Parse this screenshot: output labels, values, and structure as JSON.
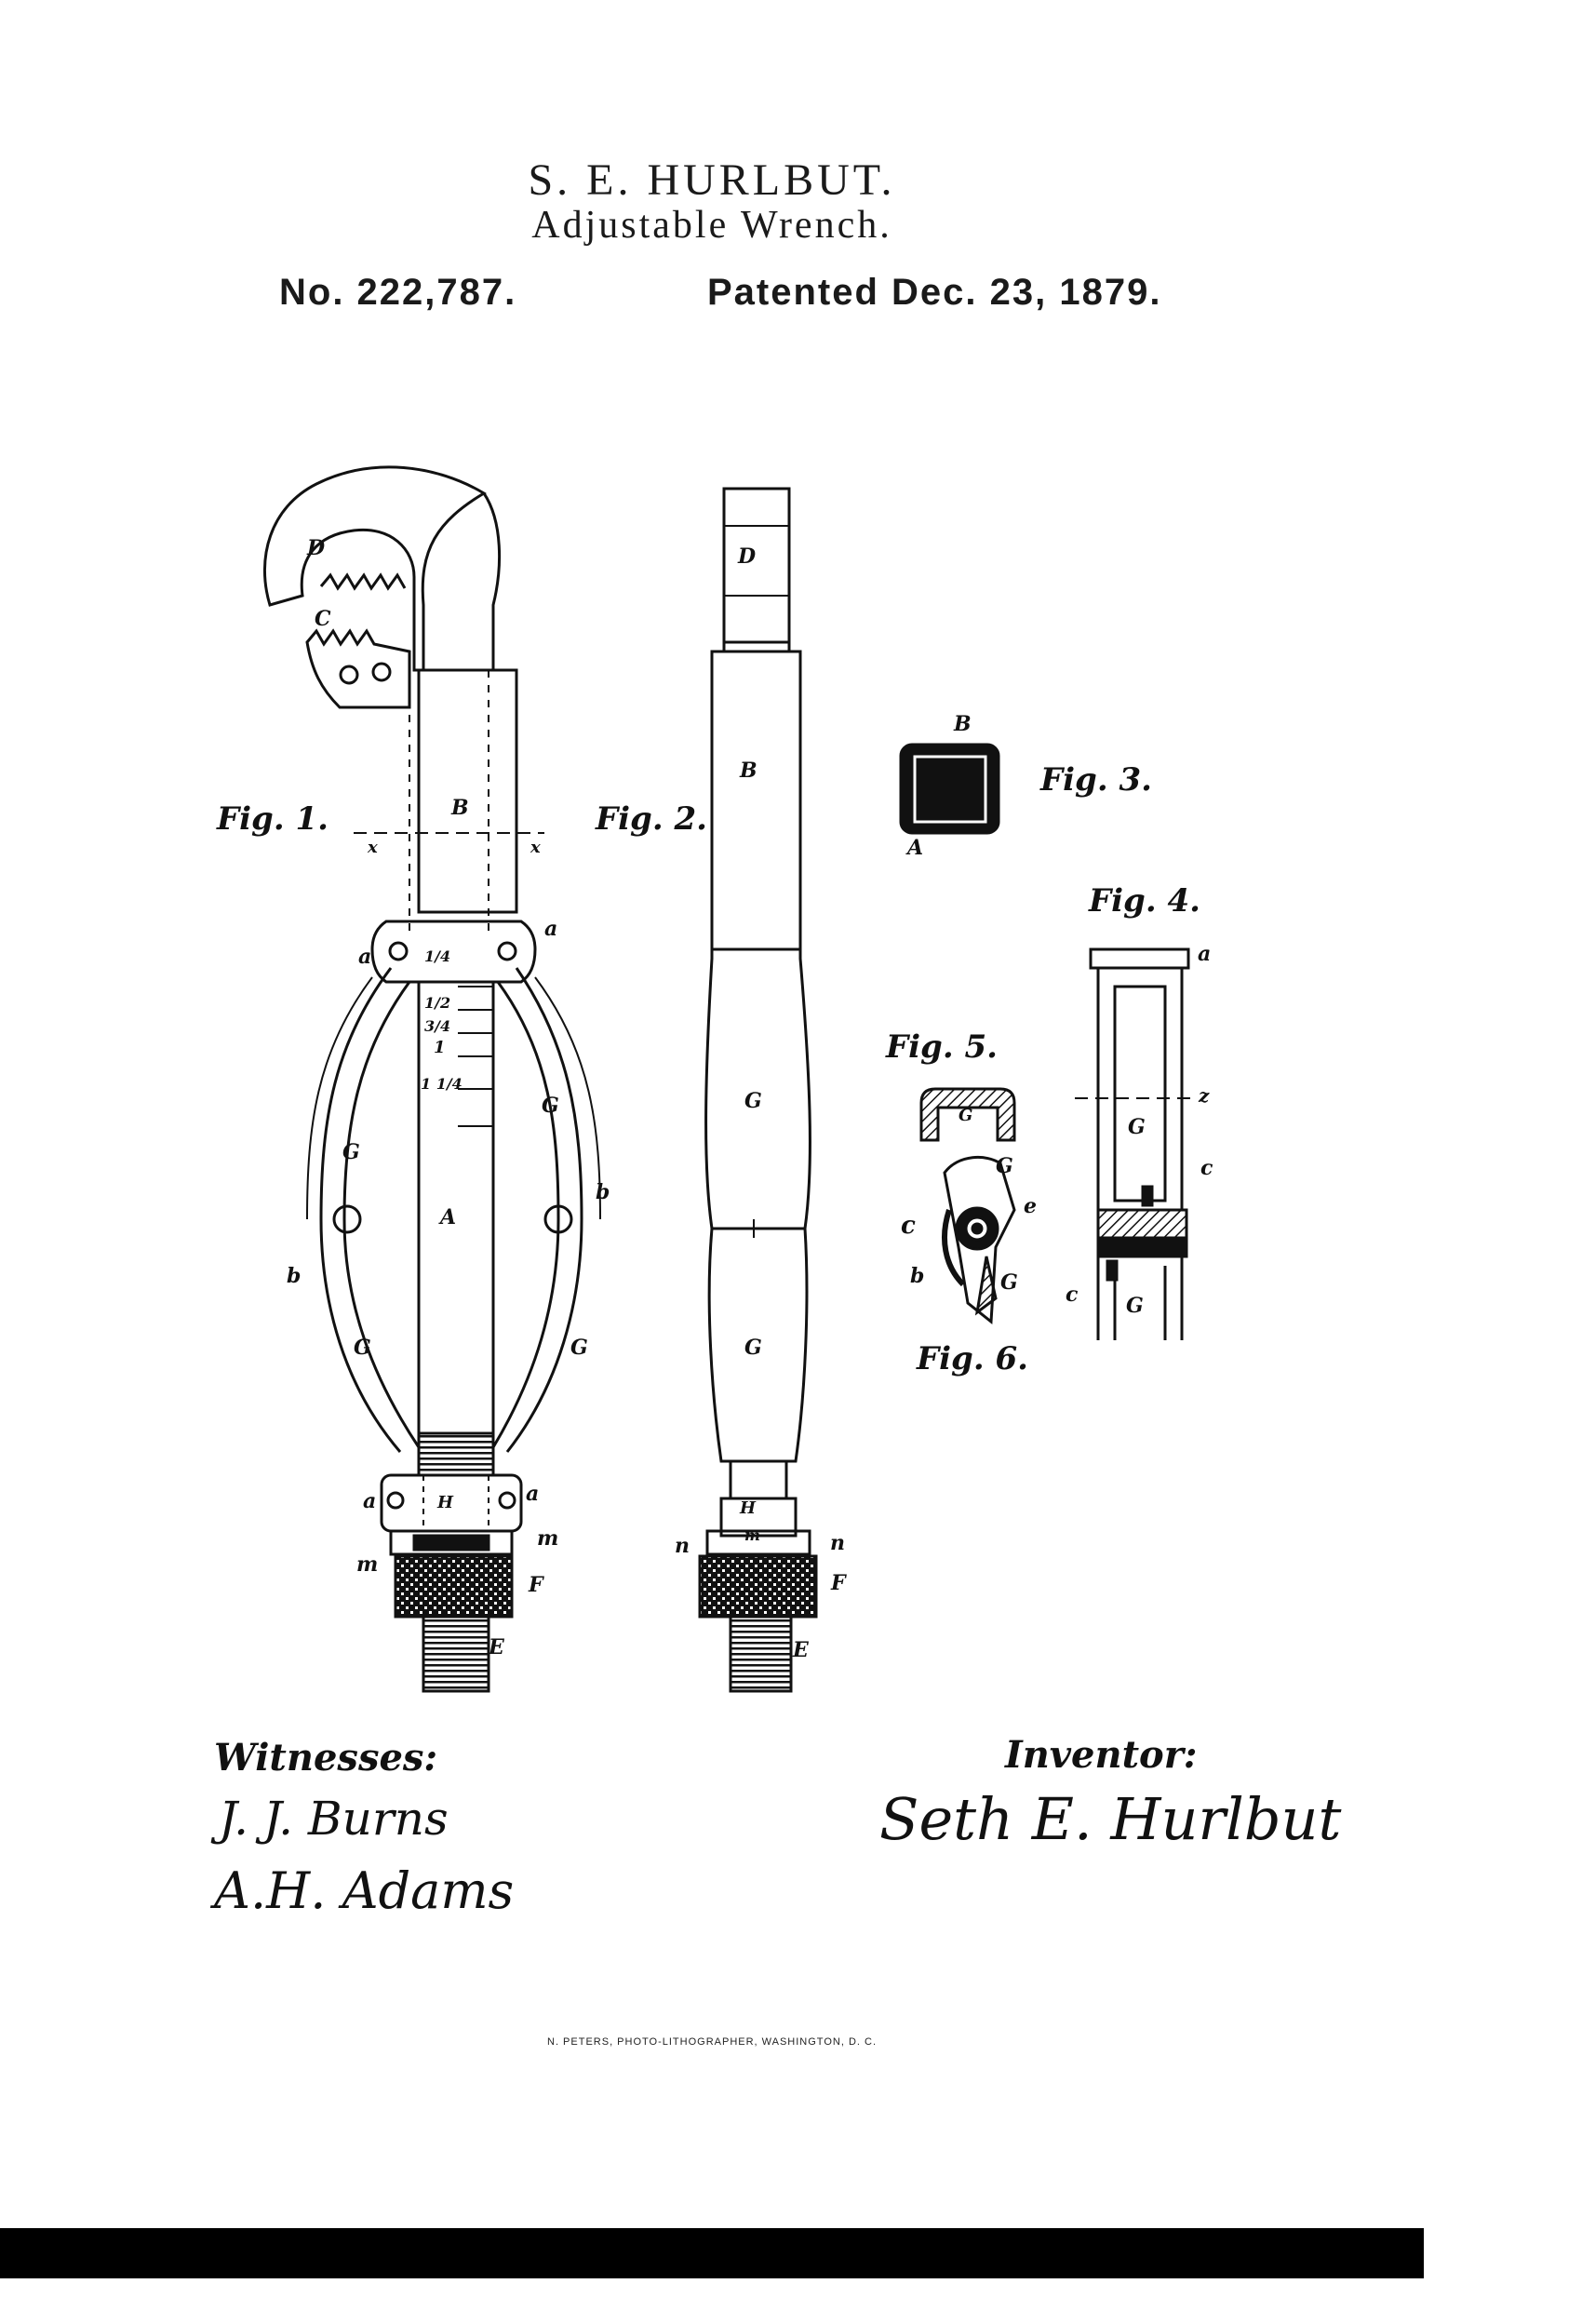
{
  "header": {
    "inventor_name": "S. E. HURLBUT.",
    "invention_title": "Adjustable Wrench.",
    "patent_number": "No. 222,787.",
    "patent_date": "Patented Dec. 23, 1879."
  },
  "figures": {
    "fig1": "Fig. 1.",
    "fig2": "Fig. 2.",
    "fig3": "Fig. 3.",
    "fig4": "Fig. 4.",
    "fig5": "Fig. 5.",
    "fig6": "Fig. 6."
  },
  "scale_marks": [
    "1/4",
    "1/2",
    "3/4",
    "1",
    "1 1/4"
  ],
  "reference_letters": {
    "A": "A",
    "B": "B",
    "C": "C",
    "D": "D",
    "E": "E",
    "F": "F",
    "G": "G",
    "H": "H",
    "a": "a",
    "b": "b",
    "c": "c",
    "e": "e",
    "m": "m",
    "n": "n",
    "x": "x",
    "z": "z"
  },
  "signatures": {
    "witnesses_label": "Witnesses:",
    "witness_1": "J. J. Burns",
    "witness_2": "A.H. Adams",
    "inventor_label": "Inventor:",
    "inventor_signature": "Seth E. Hurlbut"
  },
  "footer": {
    "lithographer": "N. PETERS, PHOTO-LITHOGRAPHER, WASHINGTON, D. C."
  }
}
